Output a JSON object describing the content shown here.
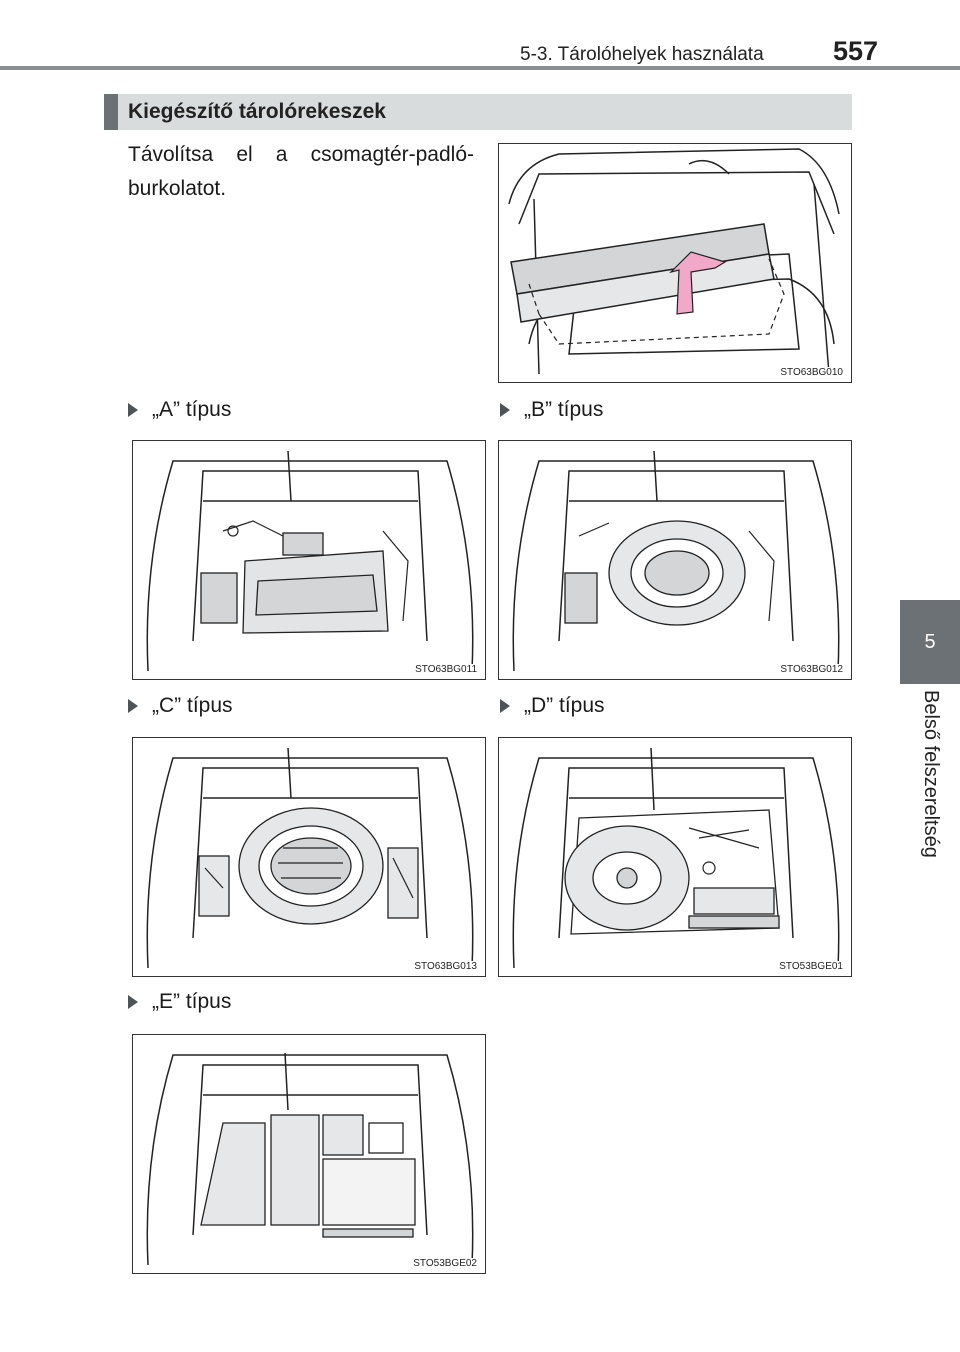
{
  "header": {
    "section": "5-3. Tárolóhelyek használata",
    "page_number": "557"
  },
  "side_tab": {
    "number": "5",
    "label": "Belső felszereltség"
  },
  "section": {
    "title": "Kiegészítő tárolórekeszek"
  },
  "intro_text": "Távolítsa el a csomagtér-padló-burkolatot.",
  "figures": {
    "main": {
      "code": "STO63BG010"
    },
    "a": {
      "label": "„A” típus",
      "code": "STO63BG011"
    },
    "b": {
      "label": "„B” típus",
      "code": "STO63BG012"
    },
    "c": {
      "label": "„C” típus",
      "code": "STO63BG013"
    },
    "d": {
      "label": "„D” típus",
      "code": "STO53BGE01"
    },
    "e": {
      "label": "„E” típus",
      "code": "STO53BGE02"
    }
  },
  "colors": {
    "accent": "#6b7174",
    "bar": "#d9dcdd",
    "arrow": "#f2a9c9",
    "fill": "#d3d5d6"
  }
}
